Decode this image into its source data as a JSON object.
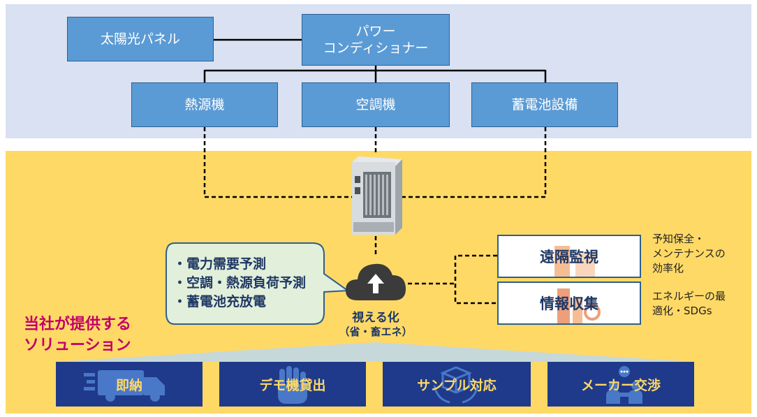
{
  "top_boxes": {
    "solar_panel": "太陽光パネル",
    "power_conditioner": "パワー\nコンディショナー",
    "heat_source": "熱源機",
    "air_conditioner": "空調機",
    "battery": "蓄電池設備"
  },
  "bubble": {
    "items": [
      "・電力需要予測",
      "・空調・熱源負荷予測",
      "・蓄電池充放電"
    ]
  },
  "cloud": {
    "label": "視える化",
    "sublabel": "（省・畜エネ）"
  },
  "services": {
    "remote_monitoring": "遠隔監視",
    "info_collection": "情報収集",
    "remote_note": "予知保全・\nメンテナンスの\n効率化",
    "info_note": "エネルギーの最\n適化・SDGs"
  },
  "solutions": {
    "title": "当社が提供する\nソリューション",
    "items": [
      "即納",
      "デモ機貸出",
      "サンプル対応",
      "メーカー交渉"
    ]
  },
  "colors": {
    "top_band": "#d9e1f2",
    "bottom_band": "#ffd966",
    "box_blue": "#5b9bd5",
    "navy": "#1f3a8a",
    "solution_text": "#c0006b"
  }
}
